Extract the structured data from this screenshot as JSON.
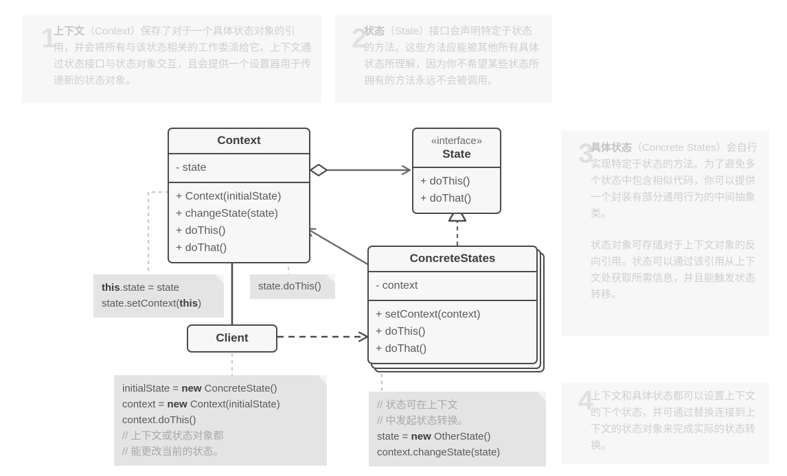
{
  "diagram": {
    "title": "State Pattern UML Diagram",
    "colors": {
      "box_fill": "#f7f7f7",
      "box_stroke": "#4a4a4a",
      "note_fill": "#e4e4e4",
      "callout_fill": "#f7f7f7",
      "callout_text": "#cfcfcf",
      "wire": "#6a6a6a"
    }
  },
  "callouts": [
    {
      "number": "1",
      "term": "上下文",
      "rest": "（Context）保存了对于一个具体状态对象的引用，并会将所有与该状态相关的工作委派给它。上下文通过状态接口与状态对象交互，且会提供一个设置器用于传递新的状态对象。"
    },
    {
      "number": "2",
      "term": "状态",
      "rest": "（State）接口会声明特定于状态的方法。这些方法应能被其他所有具体状态所理解，因为你不希望某些状态所拥有的方法永远不会被调用。"
    },
    {
      "number": "3",
      "term": "具体状态",
      "rest": "（Concrete States）会自行实现特定于状态的方法。为了避免多个状态中包含相似代码，你可以提供一个封装有部分通用行为的中间抽象类。",
      "para2": "状态对象可存储对于上下文对象的反向引用。状态可以通过该引用从上下文处获取所需信息，并且能触发状态转移。"
    },
    {
      "number": "4",
      "term": "",
      "rest": "上下文和具体状态都可以设置上下文的下个状态，并可通过替换连接到上下文的状态对象来完成实际的状态转换。"
    }
  ],
  "classes": {
    "context": {
      "name": "Context",
      "fields": [
        "- state"
      ],
      "methods": [
        "+ Context(initialState)",
        "+ changeState(state)",
        "+ doThis()",
        "+ doThat()"
      ]
    },
    "state": {
      "stereotype": "«interface»",
      "name": "State",
      "methods": [
        "+ doThis()",
        "+ doThat()"
      ]
    },
    "concrete_states": {
      "name": "ConcreteStates",
      "fields": [
        "- context"
      ],
      "methods": [
        "+ setContext(context)",
        "+ doThis()",
        "+ doThat()"
      ]
    },
    "client": {
      "name": "Client"
    }
  },
  "notes": {
    "context_setter": {
      "line1_bold": "this",
      "line1_rest": ".state = state",
      "line2_pre": "state.setContext(",
      "line2_bold": "this",
      "line2_post": ")"
    },
    "state_dothis": {
      "line1": "state.doThis()"
    },
    "client_code": {
      "l1_pre": "initialState = ",
      "l1_bold": "new",
      "l1_post": " ConcreteState()",
      "l2_pre": "context = ",
      "l2_bold": "new",
      "l2_post": " Context(initialState)",
      "l3": "context.doThis()",
      "l4": "// 上下文或状态对象都",
      "l5": "// 能更改当前的状态。"
    },
    "transition_code": {
      "l1": "// 状态可在上下文",
      "l2": "// 中发起状态转换。",
      "l3_pre": "state = ",
      "l3_bold": "new",
      "l3_post": " OtherState()",
      "l4": "context.changeState(state)"
    }
  }
}
